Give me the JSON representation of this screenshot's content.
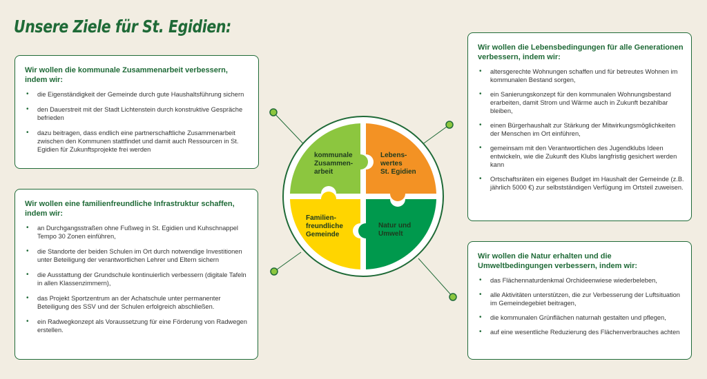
{
  "title": "Unsere Ziele für St. Egidien:",
  "colors": {
    "brand_green": "#1f6a37",
    "light_green": "#8cc63f",
    "orange": "#f39224",
    "yellow": "#ffd500",
    "dark_green": "#00994d",
    "background": "#f2ede2"
  },
  "puzzle": {
    "top_left": [
      "kommunale",
      "Zusammen-",
      "arbeit"
    ],
    "top_right": [
      "Lebens-",
      "wertes",
      "St. Egidien"
    ],
    "bottom_left": [
      "Familien-",
      "freundliche",
      "Gemeinde"
    ],
    "bottom_right": [
      "Natur und",
      "Umwelt"
    ]
  },
  "boxes": {
    "top_left": {
      "heading": "Wir wollen die kommunale Zusammenarbeit verbessern, indem wir:",
      "items": [
        "die Eigenständigkeit der Gemeinde durch gute Haushaltsführung sichern",
        "den Dauerstreit mit der Stadt Lichtenstein durch konstruktive Gespräche befrieden",
        "dazu beitragen, dass endlich eine partnerschaftliche Zusammenarbeit zwischen den Kommunen stattfindet und damit auch Ressourcen in St. Egidien für Zukunftsprojekte frei werden"
      ]
    },
    "bottom_left": {
      "heading": "Wir wollen eine familienfreundliche Infrastruktur schaffen, indem wir:",
      "items": [
        "an Durchgangsstraßen ohne Fußweg in St. Egidien und Kuhschnappel Tempo 30 Zonen einführen,",
        "die Standorte der beiden Schulen im Ort durch notwendige Investitionen unter Beteiligung der verantwortlichen Lehrer und Eltern sichern",
        "die Ausstattung der Grundschule kontinuierlich verbessern (digitale Tafeln in allen Klassenzimmern),",
        "das Projekt Sportzentrum an der Achatschule unter permanenter Beteiligung des SSV und der Schulen erfolgreich abschließen.",
        "ein Radwegkonzept als Voraussetzung für eine Förderung von Radwegen erstellen."
      ]
    },
    "top_right": {
      "heading": "Wir wollen die Lebensbedingungen für alle Generationen verbessern, indem wir:",
      "items": [
        "altersgerechte Wohnungen schaffen und für betreutes Wohnen im kommunalen Bestand sorgen,",
        "ein Sanierungskonzept für den kommunalen Wohnungsbestand erarbeiten, damit Strom und Wärme auch in Zukunft bezahlbar bleiben,",
        "einen Bürgerhaushalt zur Stärkung der Mitwirkungsmöglichkeiten der Menschen im Ort einführen,",
        "gemeinsam mit den Verantwortlichen des Jugendklubs Ideen entwickeln, wie die Zukunft des Klubs langfristig gesichert werden kann",
        "Ortschaftsräten ein eigenes Budget im Haushalt der Gemeinde (z.B. jährlich 5000 €) zur selbstständigen Verfügung im Ortsteil zuweisen."
      ]
    },
    "bottom_right": {
      "heading": "Wir wollen die Natur erhalten und die Umweltbedingungen verbessern, indem wir:",
      "items": [
        "das Flächennaturdenkmal Orchideenwiese wiederbeleben,",
        "alle Aktivitäten unterstützen, die zur Verbesserung der Luftsituation im Gemeindegebiet beitragen,",
        "die kommunalen Grünflächen naturnah gestalten und pflegen,",
        "auf eine wesentliche Reduzierung des Flächenverbrauches achten"
      ]
    }
  }
}
